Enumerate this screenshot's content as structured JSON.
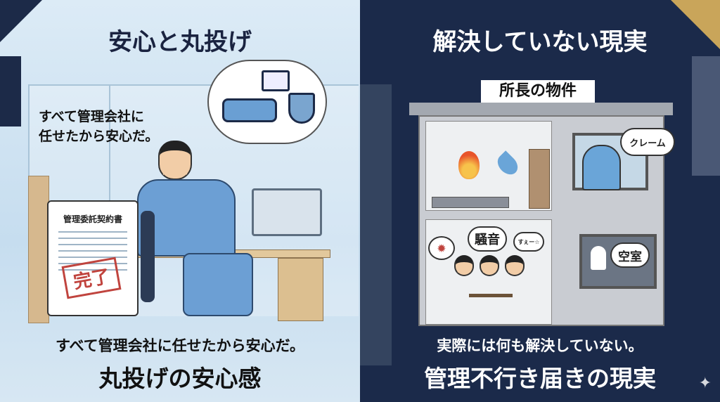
{
  "left": {
    "title": "安心と丸投げ",
    "thought_line1": "すべて管理会社に",
    "thought_line2": "任せたから安心だ。",
    "document_title": "管理委託契約書",
    "stamp": "完了",
    "caption": "すべて管理会社に任せたから安心だ。",
    "subtitle": "丸投げの安心感"
  },
  "right": {
    "title": "解決していない現実",
    "sign": "所長の物件",
    "bubble_claim": "クレーム",
    "bubble_noise": "騒音",
    "bubble_small": "すぇー☆",
    "bubble_vacant": "空室",
    "caption": "実際には何も解決していない。",
    "subtitle": "管理不行き届きの現実"
  },
  "colors": {
    "left_bg": "#d3e5f2",
    "right_bg": "#1b2a4a",
    "gold": "#c9a55a"
  }
}
